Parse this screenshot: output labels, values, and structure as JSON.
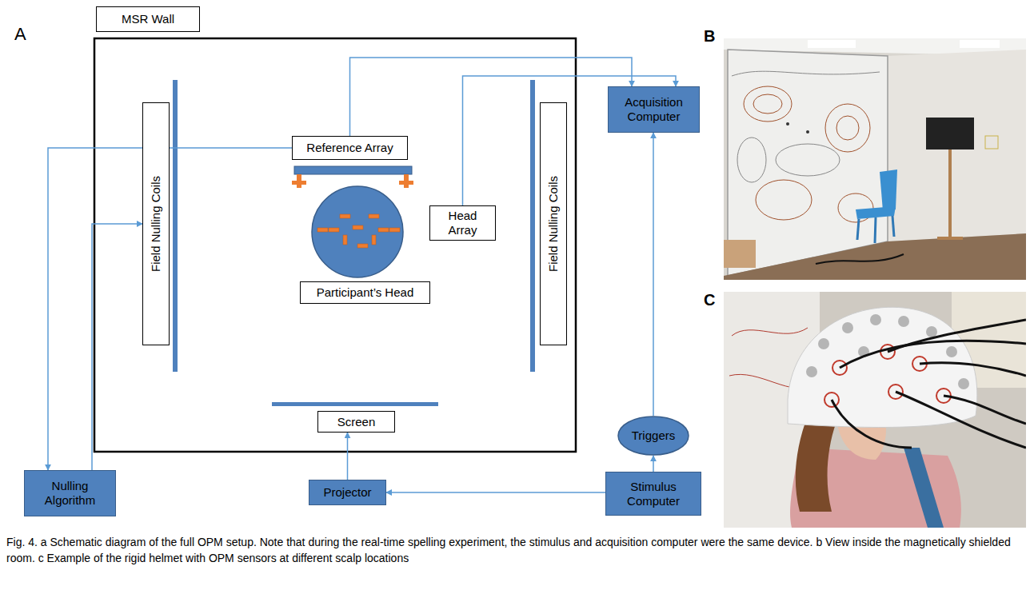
{
  "diagram": {
    "caption": "Fig. 4. a Schematic diagram of the full OPM setup. Note that during the real-time spelling experiment, the stimulus and acquisition computer were the same device. b View inside the magnetically shielded room. c Example of the rigid helmet with OPM sensors at different scalp locations",
    "nodes": [
      {
        "text": [
          "MSR Wall"
        ]
      },
      {
        "text": [
          "Acquisition Computer"
        ]
      },
      {
        "text": [
          "Field Nulling Coils"
        ]
      },
      {
        "text": [
          "Field Nulling Coils"
        ]
      },
      {
        "text": [
          "Reference Array"
        ]
      },
      {
        "text": [
          "Head Array"
        ]
      },
      {
        "text": [
          "Participant’s Head"
        ]
      },
      {
        "text": [
          "Screen"
        ]
      },
      {
        "text": [
          "Triggers"
        ]
      },
      {
        "text": [
          "Nulling Algorithm"
        ]
      },
      {
        "text": [
          "Projector"
        ]
      },
      {
        "text": [
          "Stimulus Computer"
        ]
      }
    ],
    "edges": [
      {
        "from": 4,
        "to": 1,
        "arrow": "to"
      },
      {
        "from": 5,
        "to": 1,
        "arrow": "to"
      },
      {
        "from": 4,
        "to": 9,
        "arrow": "to"
      },
      {
        "from": 9,
        "to": 2,
        "arrow": "to"
      },
      {
        "from": 11,
        "to": 10,
        "arrow": "to"
      },
      {
        "from": 10,
        "to": 7,
        "arrow": "to"
      },
      {
        "from": 11,
        "to": 8,
        "arrow": "to"
      },
      {
        "from": 8,
        "to": 1,
        "arrow": "to"
      }
    ],
    "labels": [
      "A",
      "B",
      "C"
    ]
  }
}
